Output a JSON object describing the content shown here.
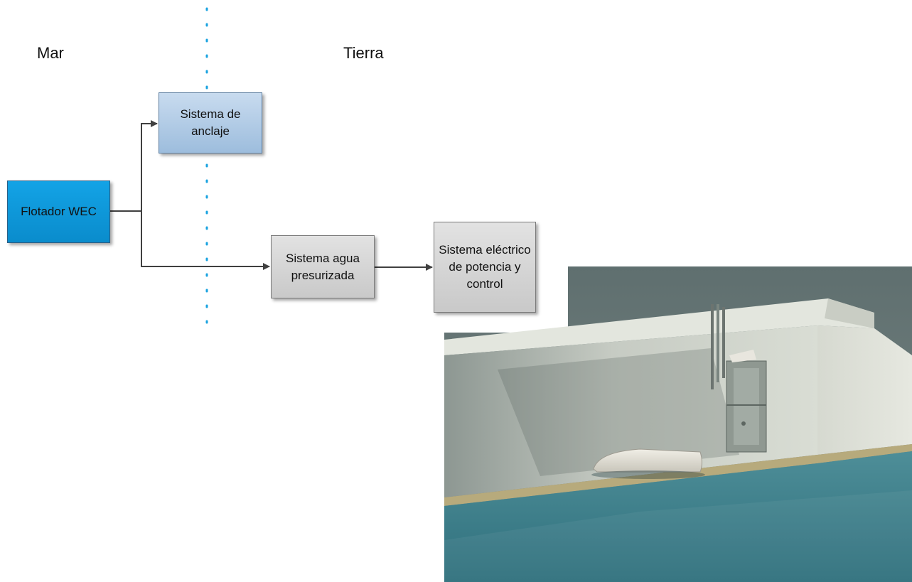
{
  "zones": {
    "sea": "Mar",
    "land": "Tierra"
  },
  "nodes": {
    "flotador": "Flotador WEC",
    "anclaje": "Sistema de anclaje",
    "agua": "Sistema agua presurizada",
    "electrico": "Sistema eléctrico de potencia y control"
  },
  "edges": [
    {
      "from": "Flotador WEC",
      "to": "Sistema de anclaje"
    },
    {
      "from": "Flotador WEC",
      "to": "Sistema agua presurizada"
    },
    {
      "from": "Sistema agua presurizada",
      "to": "Sistema eléctrico de potencia y control"
    }
  ],
  "colors": {
    "flotador_fill": "#0a9ad9",
    "anclaje_fill": "#b4cde6",
    "process_fill": "#d4d4d4",
    "boundary_dots": "#1aa3e0",
    "sea_water": "#3d7f8a",
    "wall": "#d8dccf"
  },
  "render_image": "Rendered 3D view of the wave energy converter mounted on a seawall"
}
